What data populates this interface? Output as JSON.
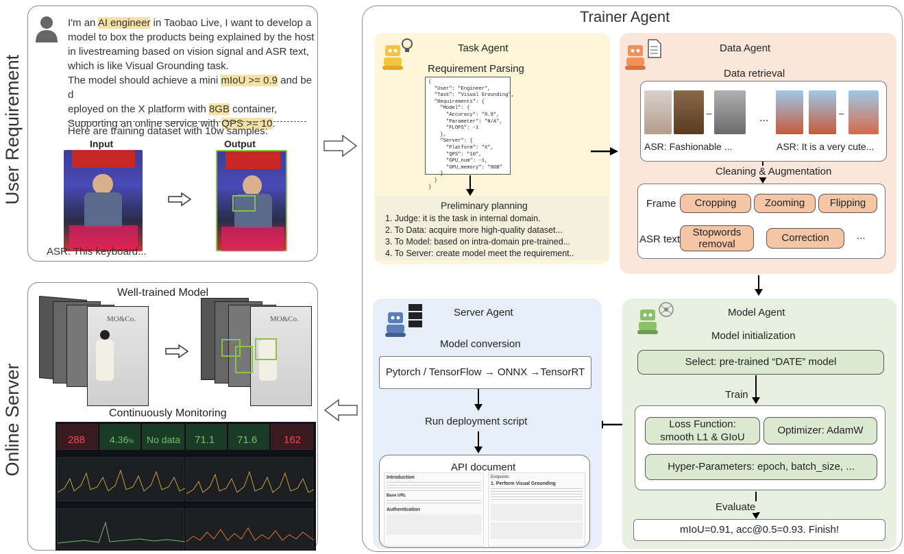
{
  "user_requirement": {
    "side_label": "User Requirement",
    "req_line1_pre": "I'm an ",
    "req_line1_hl": "AI engineer",
    "req_line1_post": " in Taobao Live, I want to develop a",
    "req_line2": "model to box the products being explained by the host",
    "req_line3": "in livestreaming based on vision signal and ASR text,",
    "req_line4": "which is like Visual Grounding task.",
    "req_line5_pre": "The model should achieve a mini ",
    "req_line5_hl": "mIoU >= 0.9",
    "req_line5_post": " and be d",
    "req_line6_pre": "eployed on the X platform with ",
    "req_line6_hl": "8GB",
    "req_line6_post": " container,",
    "req_line7_pre": "Supporting an online service with ",
    "req_line7_hl": "QPS >= 10",
    "req_line7_post": ".",
    "dataset_line": "Here are training dataset with 10w samples:",
    "input_label": "Input",
    "output_label": "Output",
    "asr_text": "ASR: This keyboard..."
  },
  "trainer": {
    "title": "Trainer Agent"
  },
  "task_agent": {
    "title": "Task Agent",
    "parsing": "Requirement Parsing",
    "code": "{\n  \"User\": \"Engineer\",\n  \"Task\": \"Visual Grounding\",\n  \"Requirements\": {\n    \"Model\": {\n      \"Accuracy\": \"0.9\",\n      \"Parameter\": \"N/A\",\n      \"FLOPS\": -1\n    },\n    \"Server\": {\n      \"Platform\": \"X\",\n      \"QPS\": \"10\",\n      \"GPU_num\": -1,\n      \"GPU_memory\": \"8GB\"\n    }\n  }\n}",
    "planning": "Preliminary planning",
    "plan1": "1. Judge: it is the  task in internal domain.",
    "plan2": "2. To Data: acquire more high-quality dataset...",
    "plan3": "3. To Model: based on intra-domain pre-trained...",
    "plan4": "4. To Server: create model meet the requirement.."
  },
  "data_agent": {
    "title": "Data Agent",
    "retrieval": "Data retrieval",
    "asr1": "ASR: Fashionable ...",
    "asr2": "ASR: It is a very cute...",
    "ellipsis": "...",
    "cleaning": "Cleaning & Augmentation",
    "frame_label": "Frame",
    "frame_ops": [
      "Cropping",
      "Zooming",
      "Flipping"
    ],
    "asr_label": "ASR text",
    "asr_op1": "Stopwords removal",
    "asr_op2": "Correction",
    "asr_more": "..."
  },
  "model_agent": {
    "title": "Model Agent",
    "init": "Model initialization",
    "select": "Select: pre-trained “DATE” model",
    "train": "Train",
    "loss": "Loss Function: smooth L1 & GIoU",
    "optimizer": "Optimizer: AdamW",
    "hyper": "Hyper-Parameters: epoch, batch_size, ...",
    "evaluate": "Evaluate",
    "result": "mIoU=0.91,  acc@0.5=0.93.  Finish!"
  },
  "server_agent": {
    "title": "Server Agent",
    "conversion": "Model conversion",
    "pipeline": "Pytorch / TensorFlow → ONNX →TensorRT",
    "deploy": "Run deployment script",
    "api": "API document",
    "doc_intro": "Introduction",
    "doc_endpoints": "Endpoints",
    "doc_base": "Base URL",
    "doc_auth": "Authentication",
    "doc_perform": "1. Perform Visual Grounding"
  },
  "online_server": {
    "side_label": "Online Server",
    "model_title": "Well-trained Model",
    "brand": "MO&Co.",
    "monitor_title": "Continuously Monitoring",
    "stats": [
      "288",
      "4.36",
      "No data",
      "71.1",
      "71.6",
      "162"
    ],
    "stat_unit": "%"
  }
}
